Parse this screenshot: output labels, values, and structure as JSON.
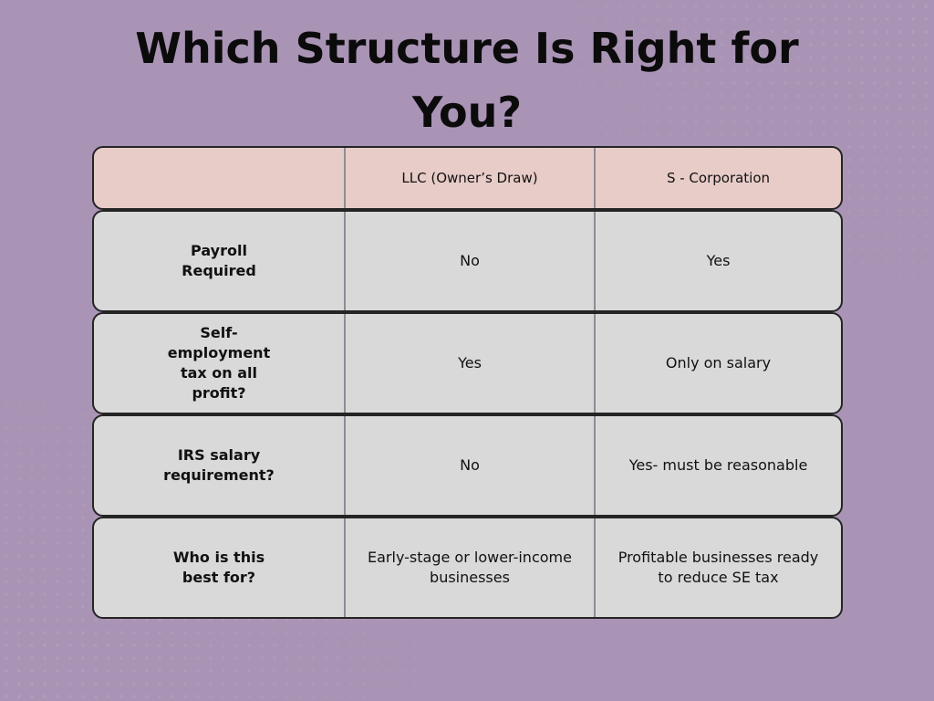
{
  "title_lines": [
    "Which Structure Is Right for",
    "You?"
  ],
  "table": {
    "header": {
      "blank": "",
      "llc": "LLC (Owner’s Draw)",
      "scorp": "S - Corporation"
    },
    "rows": [
      {
        "label": "Payroll Required",
        "llc": "No",
        "scorp": "Yes"
      },
      {
        "label": "Self-employment tax on all profit?",
        "llc": "Yes",
        "scorp": "Only on salary"
      },
      {
        "label": "IRS salary requirement?",
        "llc": "No",
        "scorp": "Yes- must be reasonable"
      },
      {
        "label": "Who is this best for?",
        "llc": "Early-stage or lower-income businesses",
        "scorp": "Profitable businesses ready to reduce SE tax"
      }
    ]
  },
  "colors": {
    "background": "#a994b5",
    "header_fill": "#e8ccc8",
    "row_fill": "#d9d9d9",
    "border": "#242424"
  }
}
